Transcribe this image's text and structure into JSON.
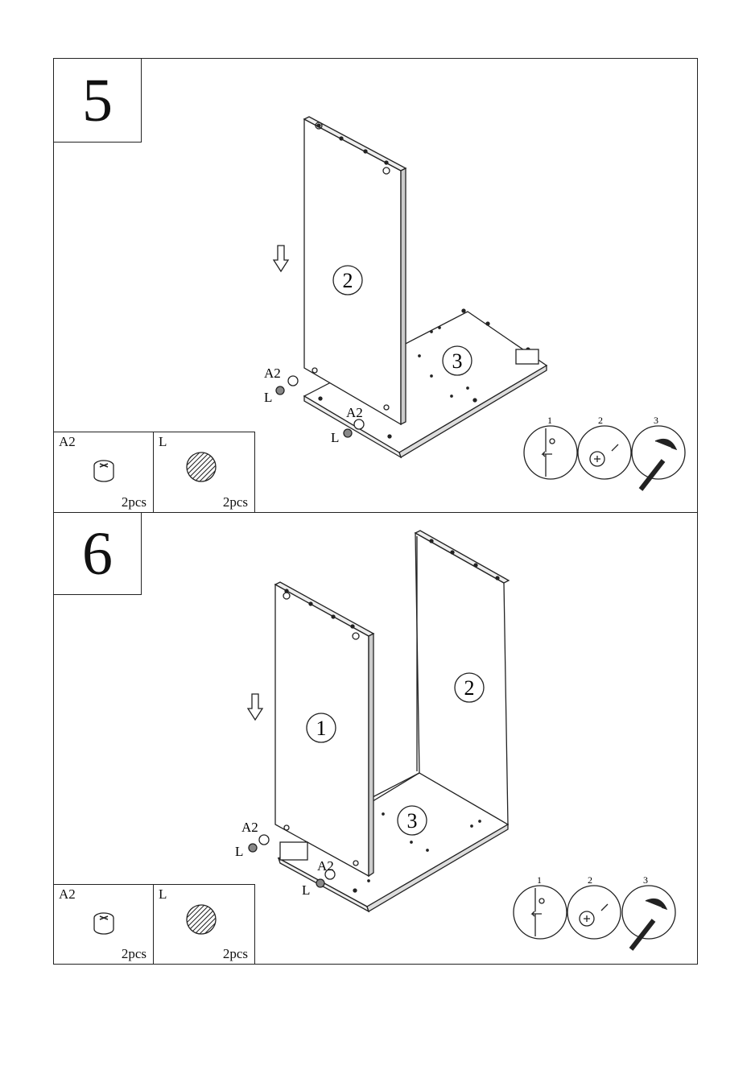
{
  "steps": [
    {
      "number": "5",
      "panel_labels": [
        "2",
        "3"
      ],
      "callouts": {
        "a2_1": "A2",
        "l_1": "L",
        "a2_2": "A2",
        "l_2": "L"
      },
      "parts": [
        {
          "code": "A2",
          "qty": "2pcs",
          "icon": "cam-lock-icon"
        },
        {
          "code": "L",
          "qty": "2pcs",
          "icon": "wooden-dowel-icon"
        }
      ],
      "substeps": [
        "1",
        "2",
        "3"
      ]
    },
    {
      "number": "6",
      "panel_labels": [
        "1",
        "2",
        "3"
      ],
      "callouts": {
        "a2_1": "A2",
        "l_1": "L",
        "a2_2": "A2",
        "l_2": "L"
      },
      "parts": [
        {
          "code": "A2",
          "qty": "2pcs",
          "icon": "cam-lock-icon"
        },
        {
          "code": "L",
          "qty": "2pcs",
          "icon": "wooden-dowel-icon"
        }
      ],
      "substeps": [
        "1",
        "2",
        "3"
      ]
    }
  ]
}
